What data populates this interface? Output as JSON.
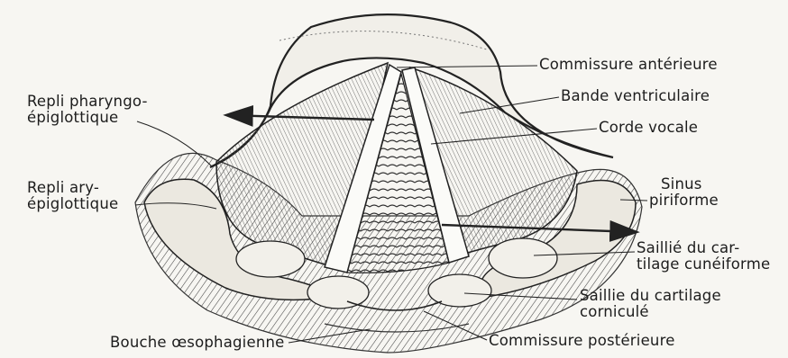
{
  "figure": {
    "labels": {
      "commissure_anterieure": "Commissure antérieure",
      "bande_ventriculaire": "Bande ventriculaire",
      "corde_vocale": "Corde vocale",
      "repli_pharyngo_1": "Repli pharyngo-",
      "repli_pharyngo_2": "épiglottique",
      "repli_ary_1": "Repli ary-",
      "repli_ary_2": "épiglottique",
      "sinus_1": "Sinus",
      "sinus_2": "piriforme",
      "saillie_cuneiforme_1": "Saillié du car-",
      "saillie_cuneiforme_2": "tilage cunéiforme",
      "saillie_corniculee_1": "Saillie du cartilage",
      "saillie_corniculee_2": "corniculé",
      "bouche_oesophagienne": "Bouche œsophagienne",
      "commissure_posterieure": "Commissure postérieure"
    }
  }
}
